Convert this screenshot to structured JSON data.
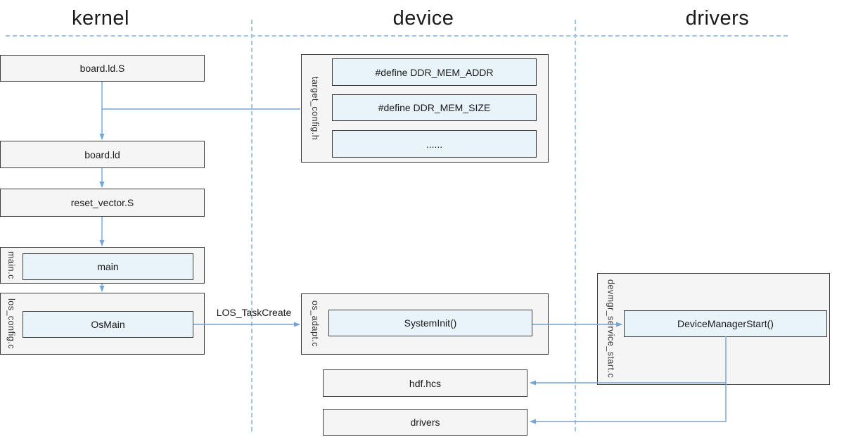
{
  "headers": {
    "kernel": "kernel",
    "device": "device",
    "drivers": "drivers"
  },
  "nodes": {
    "board_ld_s": "board.ld.S",
    "board_ld": "board.ld",
    "reset_vector_s": "reset_vector.S",
    "main_c_file": "main.c",
    "main_fn": "main",
    "los_config_file": "los_config.c",
    "os_main_fn": "OsMain",
    "target_config_file": "target_config.h",
    "define_ddr_mem_addr": "#define DDR_MEM_ADDR",
    "define_ddr_mem_size": "#define DDR_MEM_SIZE",
    "ellipsis": "......",
    "os_adapt_file": "os_adapt.c",
    "system_init_fn": "SystemInit()",
    "hdf_hcs": "hdf.hcs",
    "drivers_node": "drivers",
    "devmgr_file": "devmgr_service_start.c",
    "device_manager_start_fn": "DeviceManagerStart()"
  },
  "edge_labels": {
    "los_task_create": "LOS_TaskCreate"
  },
  "colors": {
    "line": "#76a3d6",
    "dash": "#a2c4e4",
    "box-fill": "#f5f5f5",
    "inner-fill": "#e8f3fa",
    "border": "#3d3d3d",
    "text": "#1a1a1a"
  }
}
